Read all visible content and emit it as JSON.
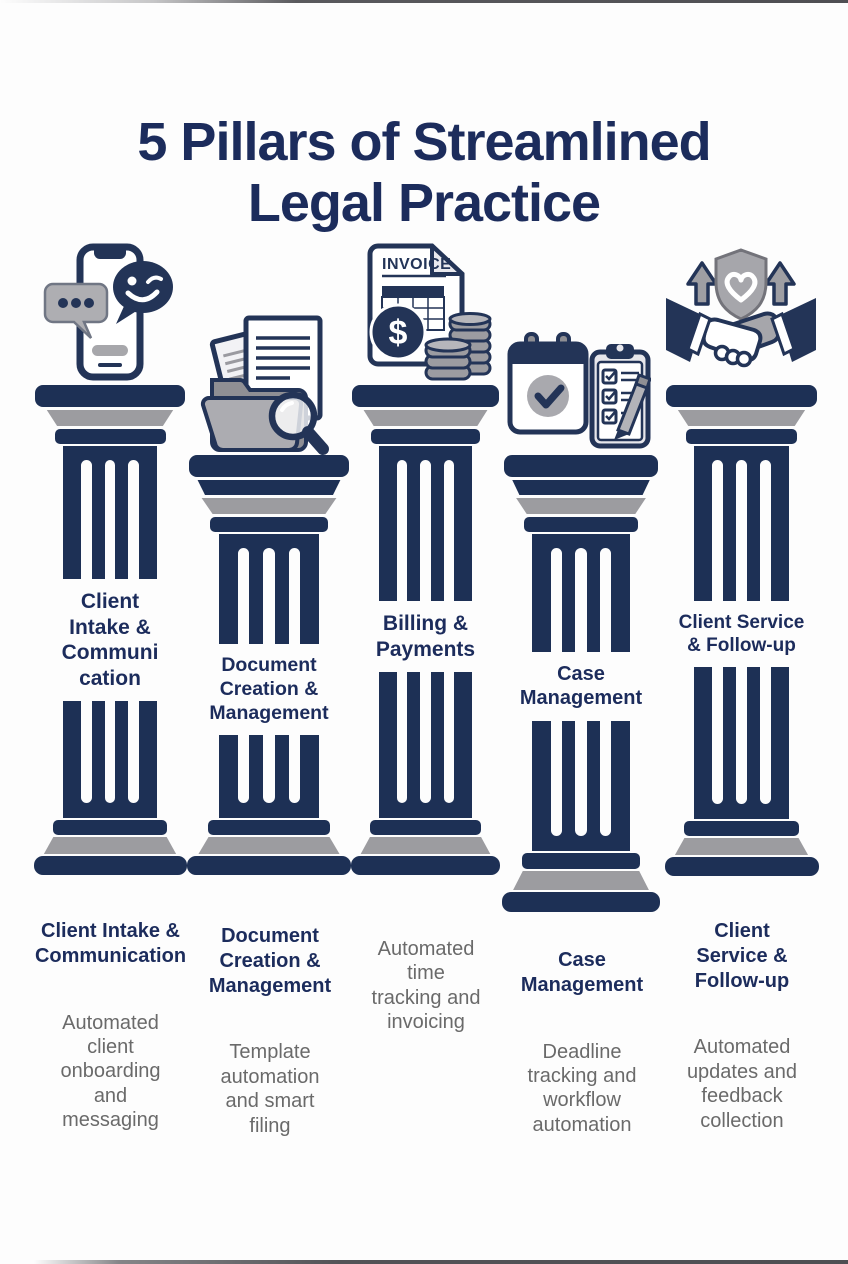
{
  "title": "5 Pillars of Streamlined\nLegal Practice",
  "colors": {
    "navy": "#1d3055",
    "icon_navy": "#233457",
    "heading_navy": "#1c2c5c",
    "band_gray": "#9c9ca0",
    "icon_gray": "#a6a6ab",
    "body_gray": "#6a6a6a",
    "background": "#fdfdfd"
  },
  "pillars": [
    {
      "name": "Client Intake & Communication",
      "icon": "phone-chat-icon",
      "shaft_label": "Client\nIntake &\nCommuni\ncation",
      "footer_heading": "Client Intake &\nCommunication",
      "footer_body": "Automated\nclient\nonboarding\nand\nmessaging"
    },
    {
      "name": "Document Creation & Management",
      "icon": "documents-folder-search-icon",
      "shaft_label": "Document\nCreation &\nManagement",
      "footer_heading": "Document\nCreation &\nManagement",
      "footer_body": "Template\nautomation\nand smart\nfiling"
    },
    {
      "name": "Billing & Payments",
      "icon": "invoice-coins-icon",
      "icon_text": "INVOICE",
      "shaft_label": "Billing &\nPayments",
      "footer_heading": "",
      "footer_body": "Automated\ntime\ntracking and\ninvoicing"
    },
    {
      "name": "Case Management",
      "icon": "calendar-checklist-icon",
      "shaft_label": "Case\nManagement",
      "footer_heading": "Case\nManagement",
      "footer_body": "Deadline\ntracking and\nworkflow\nautomation"
    },
    {
      "name": "Client Service & Follow-up",
      "icon": "handshake-shield-icon",
      "shaft_label": "Client Service\n& Follow-up",
      "footer_heading": "Client\nService &\nFollow-up",
      "footer_body": "Automated\nupdates and\nfeedback\ncollection"
    }
  ]
}
